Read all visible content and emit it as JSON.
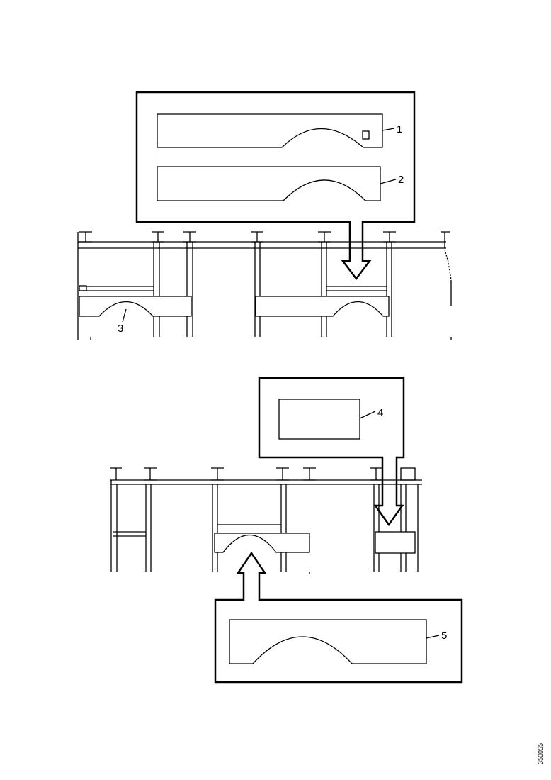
{
  "callouts": {
    "part1": "1",
    "part2": "2",
    "part3": "3",
    "part4": "4",
    "part5": "5"
  },
  "reference_number": "350055",
  "colors": {
    "stroke": "#000000",
    "background": "#ffffff"
  }
}
